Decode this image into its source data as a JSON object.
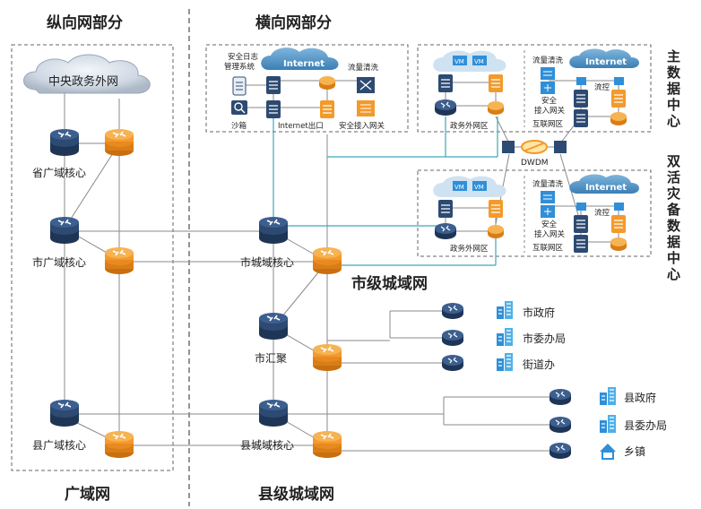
{
  "headings": {
    "vertical": "纵向网部分",
    "horizontal": "横向网部分",
    "wan": "广域网",
    "county_metro": "县级城域网",
    "city_metro": "市级城域网",
    "main_dc": [
      "主",
      "数",
      "据",
      "中",
      "心"
    ],
    "backup_dc": [
      "双",
      "活",
      "灾",
      "备",
      "数",
      "据",
      "中",
      "心"
    ]
  },
  "wan": {
    "cloud": "中央政务外网",
    "province_core": "省广域核心",
    "city_core": "市广域核心",
    "county_core": "县广域核心"
  },
  "metro": {
    "city_core": "市城域核心",
    "city_aggregation": "市汇聚",
    "county_core": "县城域核心"
  },
  "internet_zone": {
    "cloud": "Internet",
    "log_system": [
      "安全日志",
      "管理系统"
    ],
    "traffic_cleaning": "流量清洗",
    "sandbox": "沙箱",
    "exit": "Internet出口",
    "access_gateway": "安全接入网关"
  },
  "dc_main": {
    "vm1": "VM",
    "vm2": "VM",
    "gov_dmz": "政务外网区",
    "traffic_cleaning": "流量清洗",
    "internet": "Internet",
    "secure_access": [
      "安全",
      "接入网关"
    ],
    "flow_control": "流控",
    "internet_zone": "互联网区"
  },
  "dwdm": "DWDM",
  "dc_backup": {
    "vm1": "VM",
    "vm2": "VM",
    "gov_dmz": "政务外网区",
    "traffic_cleaning": "流量清洗",
    "internet": "Internet",
    "secure_access": [
      "安全",
      "接入网关"
    ],
    "flow_control": "流控",
    "internet_zone": "互联网区"
  },
  "endpoints": {
    "city_gov": "市政府",
    "city_committee": "市委办局",
    "street_office": "街道办",
    "county_gov": "县政府",
    "county_committee": "县委办局",
    "township": "乡镇"
  },
  "colors": {
    "router_dark": "#2d4a72",
    "switch_orange": "#f39a2b",
    "line_gray": "#8a8a8a",
    "line_teal": "#3fa7b6",
    "cloud_blue": "#5aa6d6",
    "vm_blue": "#2f8fd8"
  }
}
